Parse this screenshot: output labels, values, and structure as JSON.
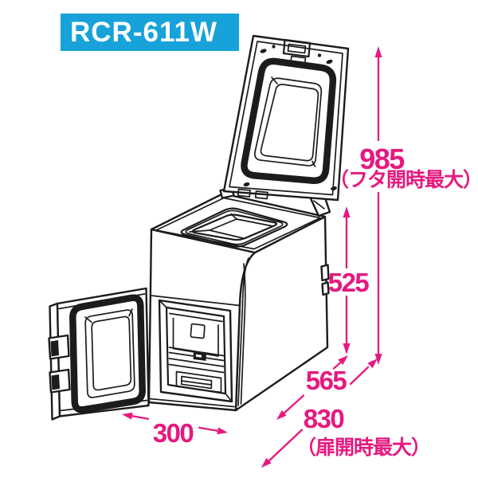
{
  "badge": {
    "label": "RCR-611W"
  },
  "colors": {
    "badge_bg": "#17a2d9",
    "badge_text": "#ffffff",
    "line_art": "#1c1c1c",
    "dimension_pink": "#e6197e",
    "background": "#ffffff"
  },
  "drawing": {
    "description": "Line drawing of RCR-611W cooler box shown in perspective with top lid open and front door open"
  },
  "dimensions": {
    "height_lid_open": {
      "value": "985",
      "note": "（フタ開時最大）"
    },
    "body_height": {
      "value": "525"
    },
    "depth": {
      "value": "565"
    },
    "depth_door_open": {
      "value": "830",
      "note": "（扉開時最大）"
    },
    "width": {
      "value": "300"
    }
  }
}
